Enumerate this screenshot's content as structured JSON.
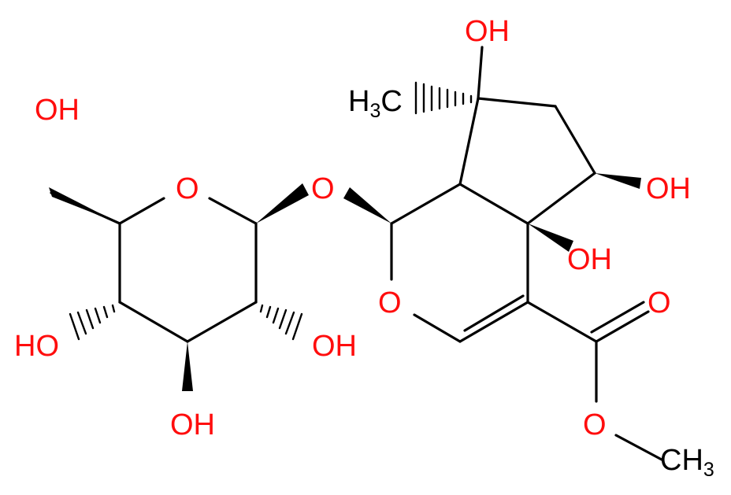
{
  "molecule": {
    "colors": {
      "carbon": "#000000",
      "oxygen": "#ff0d0d",
      "background": "#ffffff"
    },
    "atom_labels": {
      "oh_sugar_ch2": "OH",
      "o_ring_sugar": "O",
      "o_glycosidic": "O",
      "oh_c7": "OH",
      "ch3_c7_main": "H",
      "ch3_c7_sub": "3",
      "ch3_c7_tail": "C",
      "oh_c6": "OH",
      "oh_c5": "OH",
      "o_ring_pyran": "O",
      "o_carbonyl": "O",
      "o_ester": "O",
      "ch3_ester_main": "CH",
      "ch3_ester_sub": "3",
      "oh_sugar_c4": "HO",
      "oh_sugar_c2": "OH",
      "oh_sugar_c3": "OH"
    }
  }
}
